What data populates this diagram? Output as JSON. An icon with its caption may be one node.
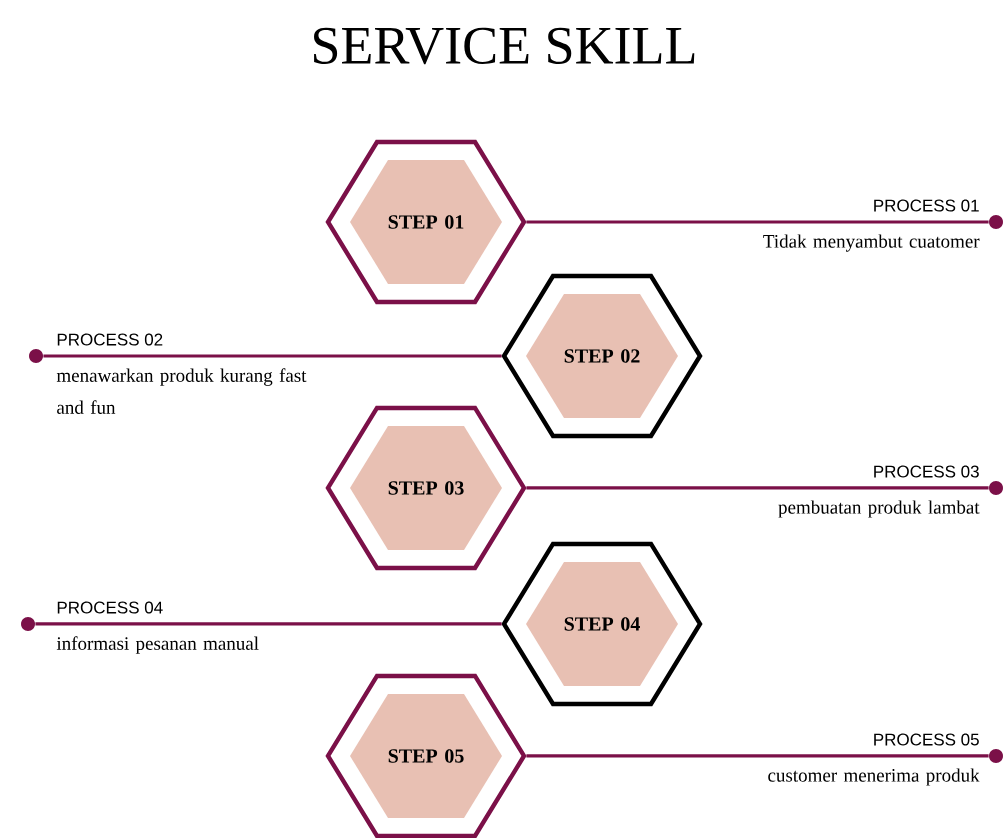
{
  "diagram": {
    "title": "SERVICE SKILL",
    "nodes": [
      {
        "text": [
          "STEP 01"
        ]
      },
      {
        "text": [],
        "shape": "circle",
        "beside": [
          "PROCESS 01",
          "Tidak menyambut cuatomer"
        ]
      },
      {
        "text": [
          "STEP 02"
        ]
      },
      {
        "text": [],
        "shape": "circle",
        "beside": [
          "PROCESS 02",
          "menawarkan produk kurang fast and fun"
        ]
      },
      {
        "text": [
          "STEP 03"
        ]
      },
      {
        "text": [],
        "shape": "circle",
        "beside": [
          "PROCESS 03",
          "pembuatan produk lambat"
        ]
      },
      {
        "text": [
          "STEP 04"
        ]
      },
      {
        "text": [],
        "shape": "circle",
        "beside": [
          "PROCESS 04",
          "informasi pesanan manual"
        ]
      },
      {
        "text": [
          "STEP 05"
        ]
      },
      {
        "text": [],
        "shape": "circle",
        "beside": [
          "PROCESS 05",
          "customer menerima produk"
        ]
      }
    ],
    "edges": [
      {
        "from": 0,
        "to": 1,
        "arrow": "none"
      },
      {
        "from": 2,
        "to": 3,
        "arrow": "none"
      },
      {
        "from": 4,
        "to": 5,
        "arrow": "none"
      },
      {
        "from": 6,
        "to": 7,
        "arrow": "none"
      },
      {
        "from": 8,
        "to": 9,
        "arrow": "none"
      }
    ]
  }
}
